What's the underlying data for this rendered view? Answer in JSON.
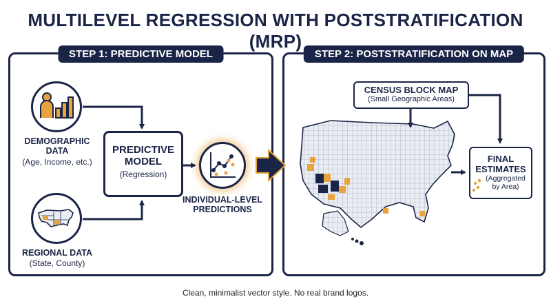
{
  "title": "MULTILEVEL REGRESSION WITH POSTSTRATIFICATION (MRP)",
  "colors": {
    "navy": "#1a2446",
    "accent": "#e8a33d",
    "map_fill": "#e9edf3"
  },
  "step1": {
    "header": "STEP 1: PREDICTIVE MODEL",
    "demographic": {
      "title_line1": "DEMOGRAPHIC",
      "title_line2": "DATA",
      "sub": "(Age, Income, etc.)",
      "icon": "people-chart-icon"
    },
    "regional": {
      "title": "REGIONAL DATA",
      "sub": "(State, County)",
      "icon": "us-map-icon"
    },
    "model": {
      "line1": "PREDICTIVE",
      "line2": "MODEL",
      "sub": "(Regression)"
    },
    "predictions": {
      "line1": "INDIVIDUAL-LEVEL",
      "line2": "PREDICTIONS",
      "icon": "scatter-trend-icon"
    }
  },
  "step2": {
    "header": "STEP 2: POSTSTRATIFICATION ON MAP",
    "census": {
      "title": "CENSUS BLOCK MAP",
      "sub": "(Small Geographic Areas)"
    },
    "final": {
      "line1": "FINAL",
      "line2": "ESTIMATES",
      "sub_line1": "(Aggregated",
      "sub_line2": "by Area)"
    }
  },
  "caption": "Clean, minimalist vector style. No real brand logos."
}
